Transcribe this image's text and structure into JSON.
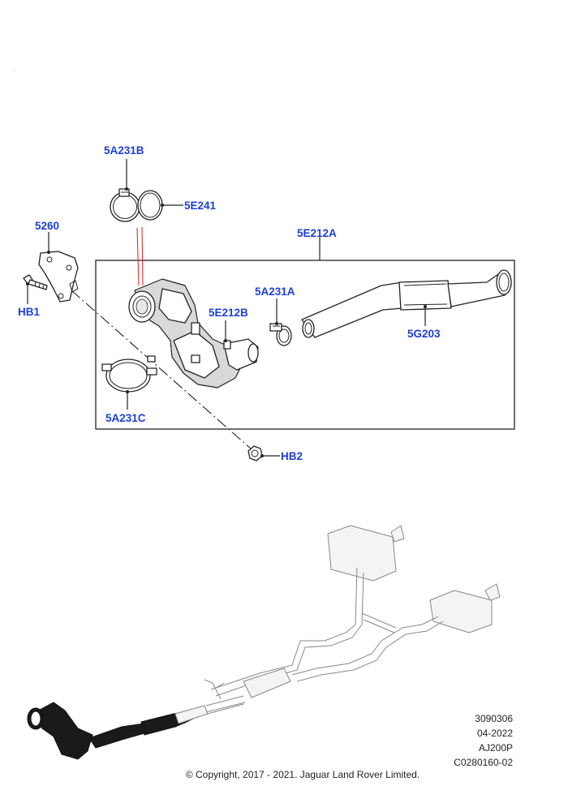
{
  "callouts": {
    "clamp_upper": "5A231B",
    "gasket": "5E241",
    "bracket": "5260",
    "bolt": "HB1",
    "pipe_assembly": "5E212A",
    "clamp_mid": "5A231A",
    "catalyst": "5E212B",
    "flex_pipe": "5G203",
    "clamp_lower": "5A231C",
    "nut": "HB2"
  },
  "metadata": {
    "illustration_number": "3090306",
    "date": "04-2022",
    "engine_code": "AJ200P",
    "reference": "C0280160-02"
  },
  "copyright": "© Copyright, 2017 - 2021. Jaguar Land Rover Limited."
}
